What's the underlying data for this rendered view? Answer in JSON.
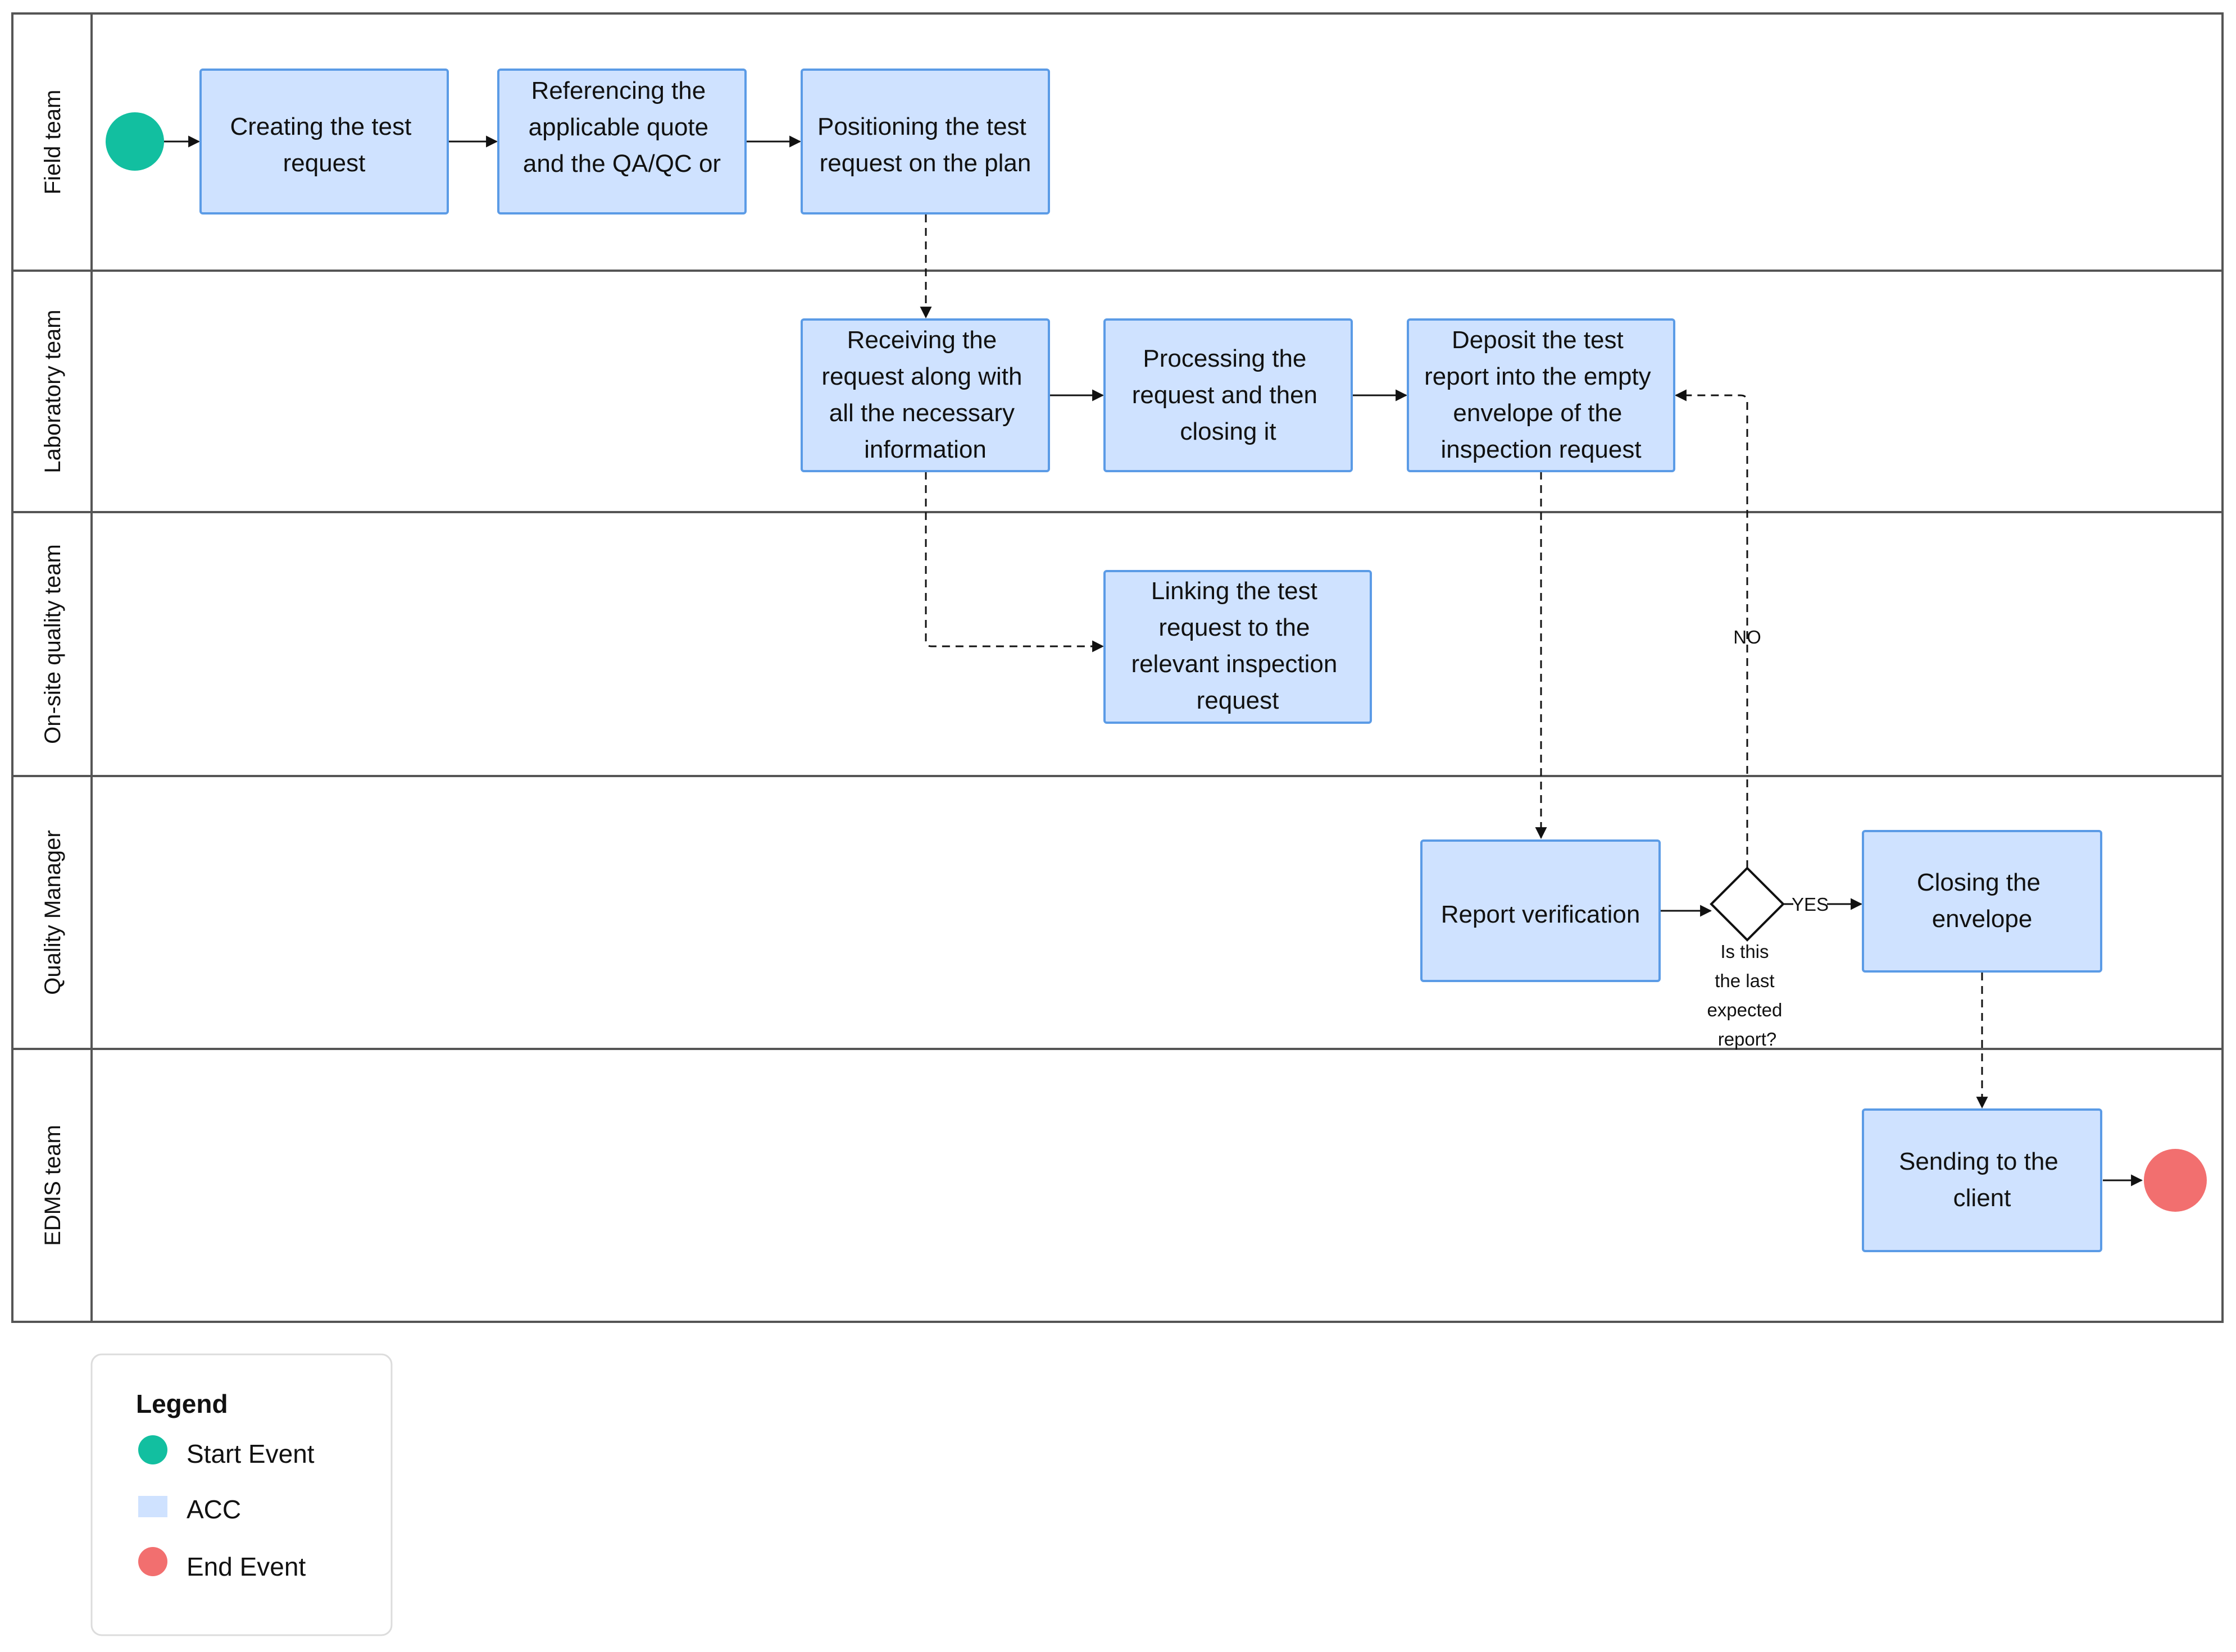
{
  "lanes": [
    "Field team",
    "Laboratory team",
    "On-site quality team",
    "Quality Manager",
    "EDMS team"
  ],
  "tasks": {
    "t1": [
      "Creating the test",
      "request"
    ],
    "t2": [
      "Referencing the",
      "applicable quote",
      "and the QA/QC or"
    ],
    "t3": [
      "Positioning the test",
      "request on the plan"
    ],
    "t4": [
      "Receiving the",
      "request along with",
      "all the necessary",
      "information"
    ],
    "t5": [
      "Processing the",
      "request and then",
      "closing it"
    ],
    "t6": [
      "Deposit the test",
      "report into the empty",
      "envelope of the",
      "inspection request"
    ],
    "t7": [
      "Linking the test",
      "request to the",
      "relevant inspection",
      "request"
    ],
    "t8": [
      "Report verification"
    ],
    "t9": [
      "Closing the",
      "envelope"
    ],
    "t10": [
      "Sending to the",
      "client"
    ]
  },
  "gateway": {
    "question": [
      "Is this",
      "the last",
      "expected",
      "report?"
    ],
    "yes_label": "YES",
    "no_label": "NO"
  },
  "legend": {
    "title": "Legend",
    "start": "Start Event",
    "task": "ACC",
    "end": "End Event"
  },
  "colors": {
    "start_event": "#12bfa0",
    "end_event": "#f26f6f",
    "task_fill": "#cfe2ff",
    "task_stroke": "#5b9be6",
    "lane_border": "#555555"
  }
}
